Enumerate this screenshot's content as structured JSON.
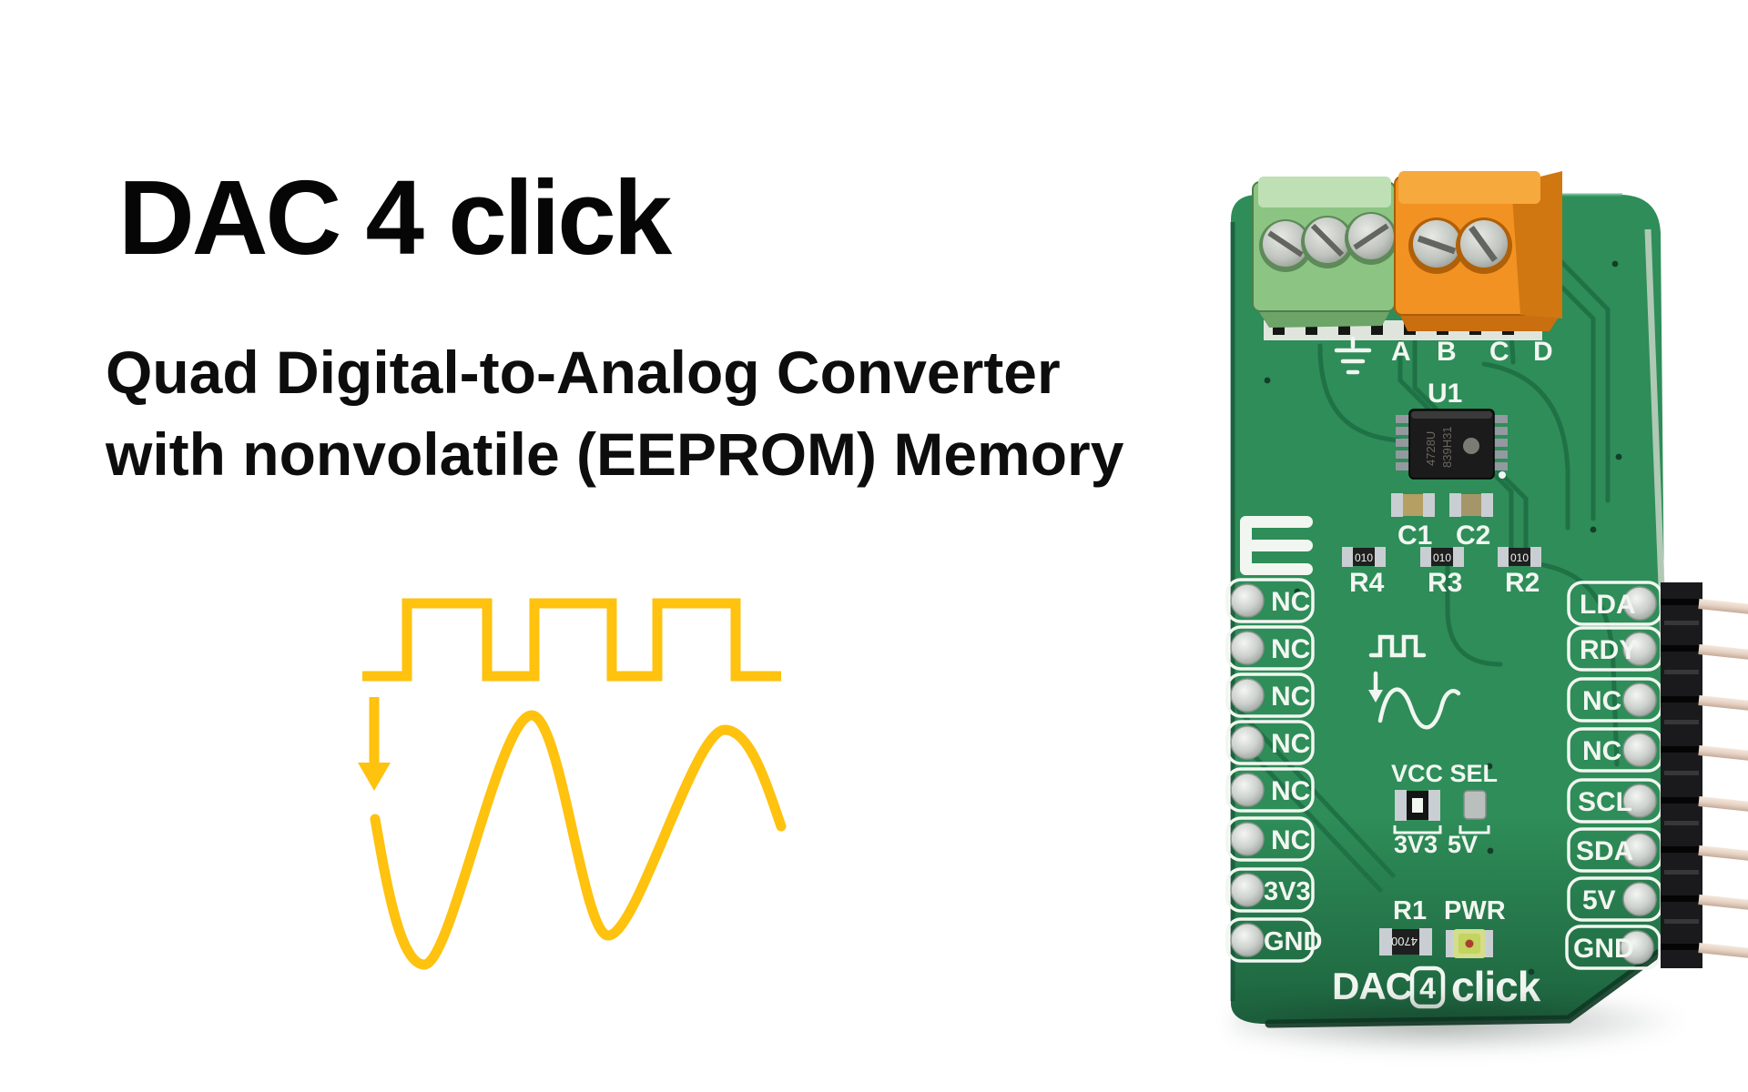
{
  "page": {
    "background": "#ffffff"
  },
  "hero": {
    "title": "DAC 4 click",
    "subtitle_line1": "Quad Digital-to-Analog Converter",
    "subtitle_line2": "with nonvolatile (EEPROM) Memory"
  },
  "illustration": {
    "name": "square-wave-to-sine-dac-conversion",
    "color": "#FEC20F",
    "elements": [
      "square-wave",
      "down-arrow",
      "sine-wave"
    ]
  },
  "board": {
    "product_name": "DAC 4 click",
    "pcb_color": "#2e8d58",
    "silkscreen_color": "#f2f6f1",
    "terminal_channel_labels": [
      "A",
      "B",
      "C",
      "D"
    ],
    "ground_icon": "earth-ground-symbol",
    "brand_icon": "mikroe-e-logo",
    "left_pins": [
      "NC",
      "NC",
      "NC",
      "NC",
      "NC",
      "NC",
      "3V3",
      "GND"
    ],
    "right_pins": [
      "LDA",
      "RDY",
      "NC",
      "NC",
      "SCL",
      "SDA",
      "5V",
      "GND"
    ],
    "ic": {
      "ref_label": "U1",
      "marking_line1": "4728U",
      "marking_line2": "839H31"
    },
    "capacitor_labels": [
      "C1",
      "C2"
    ],
    "resistor_labels": [
      "R4",
      "R3",
      "R2"
    ],
    "resistor_marking": "010",
    "vcc_jumper": {
      "label": "VCC SEL",
      "option_left": "3V3",
      "option_right": "5V"
    },
    "r1": {
      "ref_label": "R1",
      "marking": "4700"
    },
    "led_label": "PWR",
    "logo": {
      "dac": "DAC",
      "num": "4",
      "click": "click"
    }
  }
}
